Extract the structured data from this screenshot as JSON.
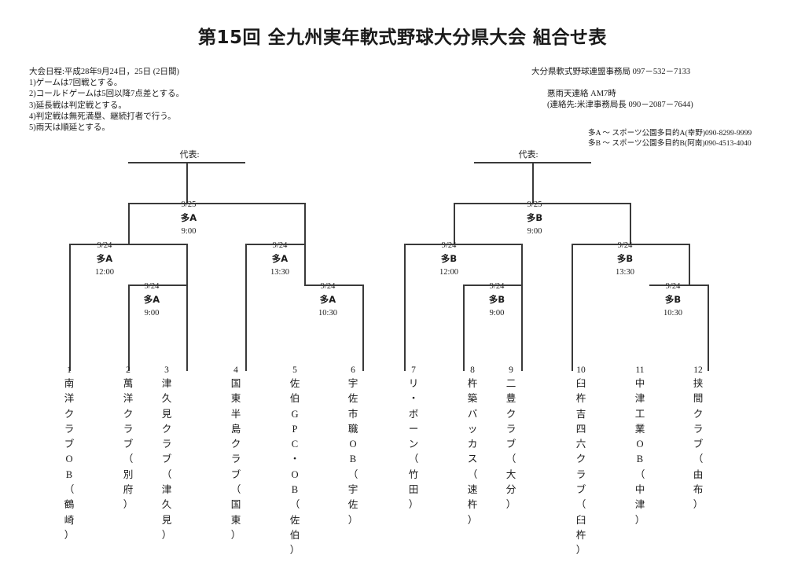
{
  "title": "第15回 全九州実年軟式野球大分県大会  組合せ表",
  "info_left": [
    "大会日程:平成28年9月24日，25日 (2日間)",
    "1)ゲームは7回戦とする。",
    "2)コールドゲームは5回以降7点差とする。",
    "3)延長戦は判定戦とする。",
    "4)判定戦は無死満塁、継続打者で行う。",
    "5)雨天は順延とする。"
  ],
  "info_right": [
    "大分県軟式野球連盟事務局  097－532－7133",
    "悪雨天連絡  AM7時",
    "(連絡先:米津事務局長  090－2087－7644)"
  ],
  "info_venue": [
    "多A ～ スポーツ公園多目的A(幸野)090-8299-9999",
    "多B ～ スポーツ公園多目的B(阿南)090-4513-4040"
  ],
  "representatives": [
    {
      "label": "代表:"
    },
    {
      "label": "代表:"
    }
  ],
  "matches": [
    {
      "id": "L-final",
      "date": "9/25",
      "field": "多A",
      "time": "9:00"
    },
    {
      "id": "L-semi-1",
      "date": "9/24",
      "field": "多A",
      "time": "12:00"
    },
    {
      "id": "L-qtr-1",
      "date": "9/24",
      "field": "多A",
      "time": "9:00"
    },
    {
      "id": "L-semi-2",
      "date": "9/24",
      "field": "多A",
      "time": "13:30"
    },
    {
      "id": "L-qtr-2",
      "date": "9/24",
      "field": "多A",
      "time": "10:30"
    },
    {
      "id": "R-final",
      "date": "9/25",
      "field": "多B",
      "time": "9:00"
    },
    {
      "id": "R-semi-1",
      "date": "9/24",
      "field": "多B",
      "time": "12:00"
    },
    {
      "id": "R-qtr-1",
      "date": "9/24",
      "field": "多B",
      "time": "9:00"
    },
    {
      "id": "R-semi-2",
      "date": "9/24",
      "field": "多B",
      "time": "13:30"
    },
    {
      "id": "R-qtr-2",
      "date": "9/24",
      "field": "多B",
      "time": "10:30"
    }
  ],
  "teams": [
    {
      "seed": "1",
      "name": "南洋クラブOB（鶴崎）"
    },
    {
      "seed": "2",
      "name": "萬洋クラブ（別府）"
    },
    {
      "seed": "3",
      "name": "津久見クラブ（津久見）"
    },
    {
      "seed": "4",
      "name": "国東半島クラブ（国東）"
    },
    {
      "seed": "5",
      "name": "佐伯GPC・OB（佐伯）"
    },
    {
      "seed": "6",
      "name": "宇佐市職OB（宇佐）"
    },
    {
      "seed": "7",
      "name": "リ・ボーン（竹田）"
    },
    {
      "seed": "8",
      "name": "杵築バッカス（速杵）"
    },
    {
      "seed": "9",
      "name": "二豊クラブ（大分）"
    },
    {
      "seed": "10",
      "name": "臼杵吉四六クラブ（臼杵）"
    },
    {
      "seed": "11",
      "name": "中津工業OB（中津）"
    },
    {
      "seed": "12",
      "name": "挟間クラブ（由布）"
    }
  ],
  "colors": {
    "line": "#3a3a3a",
    "text": "#1a1a1a",
    "background": "#ffffff"
  }
}
